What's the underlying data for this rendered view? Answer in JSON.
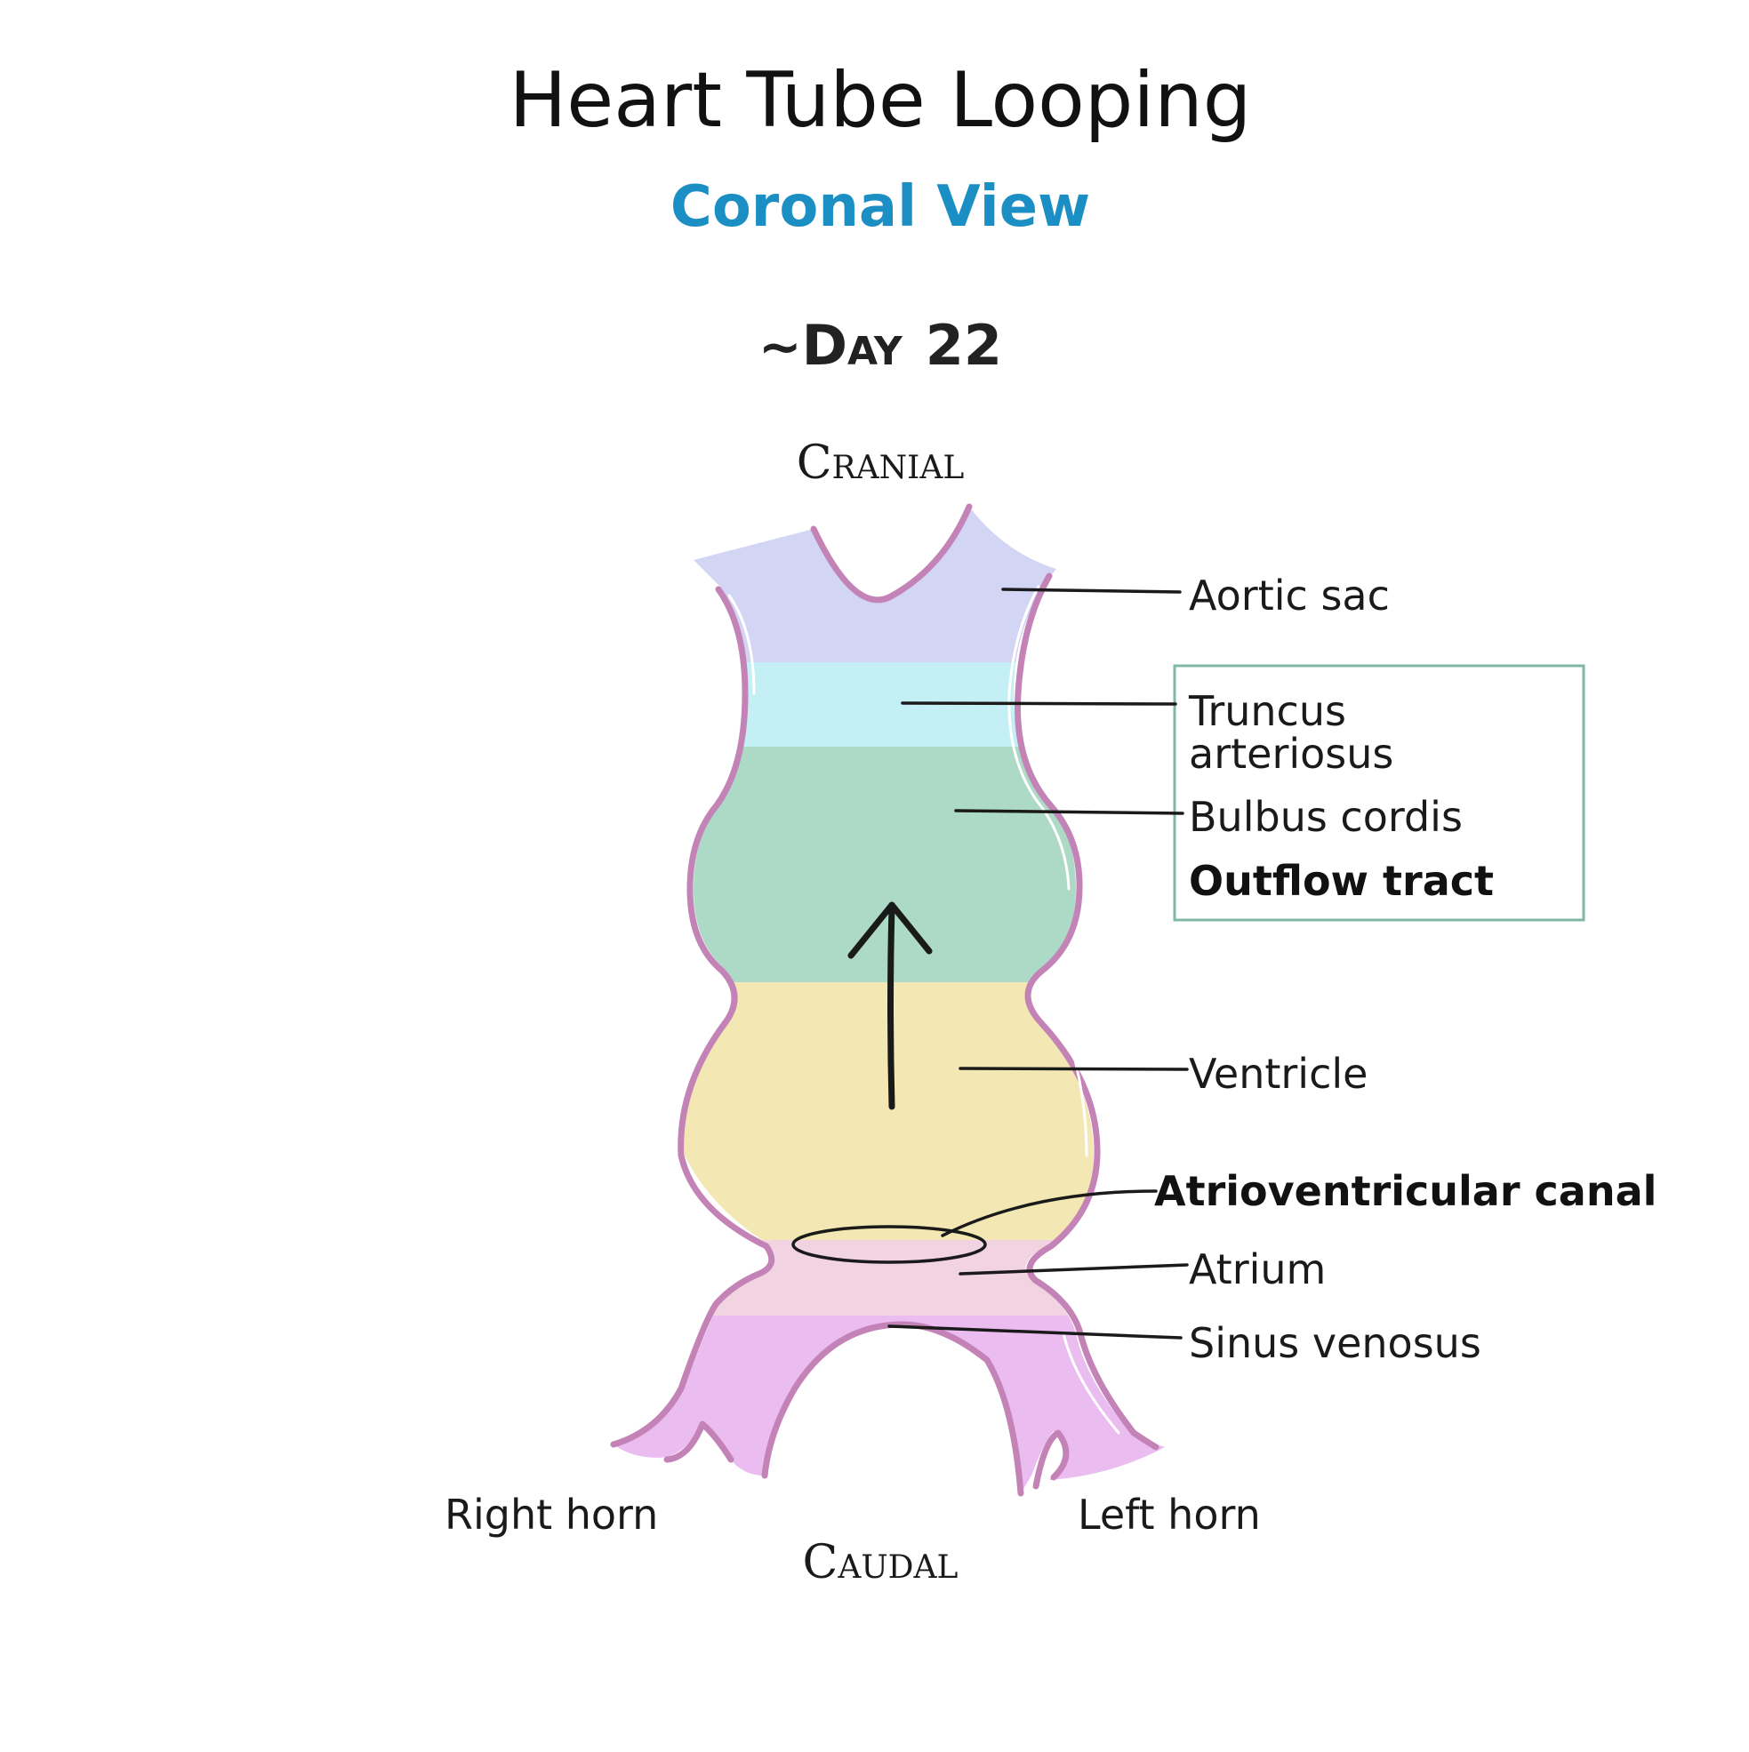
{
  "title": "Heart Tube Looping",
  "subtitle": "Coronal View",
  "stage": {
    "tilde": "~",
    "day_initial": "D",
    "day_rest": "AY",
    "day_number": "22"
  },
  "orientation": {
    "cranial": "Cranial",
    "caudal": "Caudal"
  },
  "labels": {
    "aortic_sac": "Aortic sac",
    "truncus_line1": "Truncus",
    "truncus_line2": "arteriosus",
    "bulbus_cordis": "Bulbus cordis",
    "outflow_tract": "Outflow tract",
    "ventricle": "Ventricle",
    "av_canal": "Atrioventricular canal",
    "atrium": "Atrium",
    "sinus_venosus": "Sinus venosus",
    "right_horn": "Right horn",
    "left_horn": "Left horn"
  },
  "colors": {
    "subtitle": "#1b8fc4",
    "aortic_sac": "#d3d5f5",
    "truncus_arteriosus": "#c4eff5",
    "bulbus_cordis": "#acdac6",
    "ventricle": "#f3e8b3",
    "atrium": "#f2d3e2",
    "sinus_venosus": "#ebbcf0",
    "outline": "#c483b6",
    "outflow_box": "#7fb8a6"
  },
  "icons": {
    "flow_arrow": "arrow-up-icon"
  }
}
